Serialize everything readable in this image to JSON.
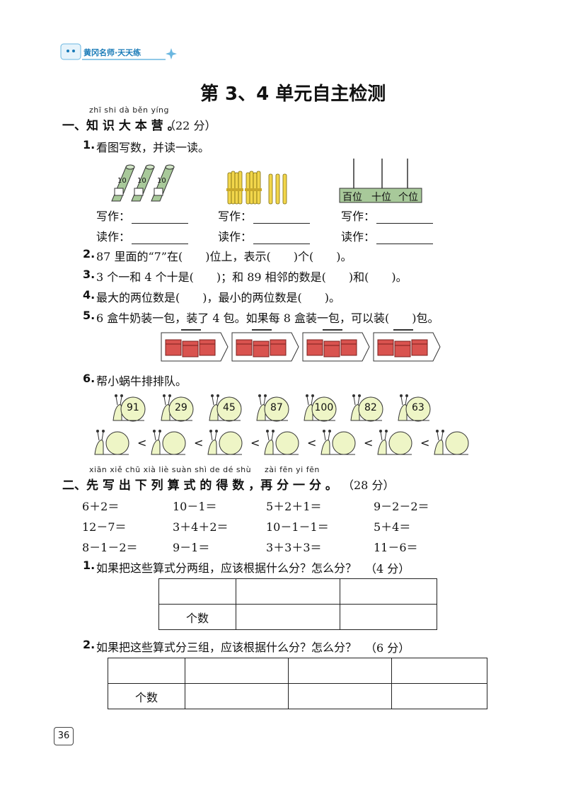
{
  "header": {
    "brand": "黄冈名师·天天练"
  },
  "title": "第 3、4 单元自主检测",
  "section1": {
    "pinyin": "zhī shi dà běn yíng",
    "heading": "一、知 识 大 本 营 。",
    "score": "（22 分）",
    "q1": {
      "label": "1.",
      "text": "看图写数，并读一读。",
      "bundle_label": "10",
      "place_labels": [
        "百位",
        "十位",
        "个位"
      ],
      "write_label": "写作：",
      "read_label": "读作："
    },
    "q2": {
      "label": "2.",
      "text": "87 里面的“7”在(　　)位上，表示(　　)个(　　)。"
    },
    "q3": {
      "label": "3.",
      "text": "3 个一和 4 个十是(　　)；和 89 相邻的数是(　　)和(　　)。"
    },
    "q4": {
      "label": "4.",
      "text": "最大的两位数是(　　)，最小的两位数是(　　)。"
    },
    "q5": {
      "label": "5.",
      "text": "6 盒牛奶装一包，装了 4 包。如果每 8 盒装一包，可以装(　　)包。"
    },
    "q6": {
      "label": "6.",
      "text": "帮小蜗牛排排队。",
      "snail_numbers": [
        "91",
        "29",
        "45",
        "87",
        "100",
        "82",
        "63"
      ],
      "lt_symbol": "<"
    }
  },
  "section2": {
    "pinyin_left": "xiān xiě chū xià liè suàn shì de dé shù",
    "pinyin_right": "zài fēn yi fēn",
    "heading": "二、先 写 出 下 列 算 式 的 得 数 ，再 分 一 分 。",
    "score": "（28 分）",
    "equations": [
      [
        "6＋2＝",
        "10－1＝",
        "5＋2＋1＝",
        "9－2－2＝"
      ],
      [
        "12－7＝",
        "3＋4＋2＝",
        "10－1－1＝",
        "5＋4＝"
      ],
      [
        "8－1－2＝",
        "9－1＝",
        "3＋3＋3＝",
        "11－6＝"
      ]
    ],
    "q1": {
      "label": "1.",
      "text": "如果把这些算式分两组，应该根据什么分？怎么分？",
      "score": "（4 分）",
      "row_label": "个数"
    },
    "q2": {
      "label": "2.",
      "text": "如果把这些算式分三组，应该根据什么分？怎么分？",
      "score": "（6 分）",
      "row_label": "个数"
    }
  },
  "footer": {
    "page_number": "36"
  },
  "colors": {
    "bundle_green": "#a8c99a",
    "stick_yellow": "#f2d64b",
    "milk_box_red": "#d9534f",
    "snail_shell": "#eef5c6",
    "brand_blue": "#1a7bb8"
  }
}
